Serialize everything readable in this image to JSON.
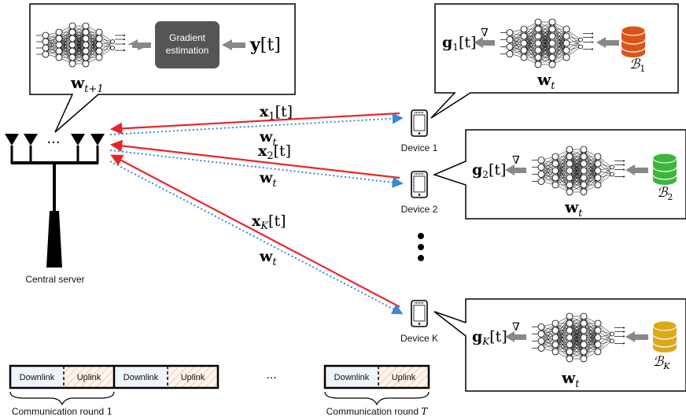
{
  "server": {
    "label": "Central server",
    "antenna_dots": "···",
    "gradient_box_line1": "Gradient",
    "gradient_box_line2": "estimation",
    "y_main": "y",
    "y_br": "[t]",
    "w_main": "w",
    "w_sub": "t+1"
  },
  "links": [
    {
      "x_main": "x",
      "x_sub": "1",
      "x_br": "[t]",
      "w_main": "w",
      "w_sub": "t"
    },
    {
      "x_main": "x",
      "x_sub": "2",
      "x_br": "[t]",
      "w_main": "w",
      "w_sub": "t"
    },
    {
      "x_main": "x",
      "x_sub": "K",
      "x_br": "[t]",
      "w_main": "w",
      "w_sub": "t"
    }
  ],
  "devices": [
    {
      "label": "Device 1",
      "g_main": "g",
      "g_sub": "1",
      "g_br": "[t]",
      "nabla": "∇",
      "b_main": "ℬ",
      "b_sub": "1",
      "w_main": "w",
      "w_sub": "t",
      "db_color": "#d9541a"
    },
    {
      "label": "Device 2",
      "g_main": "g",
      "g_sub": "2",
      "g_br": "[t]",
      "nabla": "∇",
      "b_main": "ℬ",
      "b_sub": "2",
      "w_main": "w",
      "w_sub": "t",
      "db_color": "#3db63d"
    },
    {
      "label": "Device K",
      "g_main": "g",
      "g_sub": "K",
      "g_br": "[t]",
      "nabla": "∇",
      "b_main": "ℬ",
      "b_sub": "K",
      "w_main": "w",
      "w_sub": "t",
      "db_color": "#dca81a"
    }
  ],
  "timeline": {
    "segments": [
      "Downlink",
      "Uplink",
      "Downlink",
      "Uplink"
    ],
    "segments_last": [
      "Downlink",
      "Uplink"
    ],
    "ellipsis": "···",
    "round1_text": "Communication round ",
    "round1_num": "1",
    "roundT_text": "Communication round ",
    "roundT_num": "T"
  },
  "colors": {
    "uplink": "#e8262a",
    "downlink": "#3a86d8",
    "arrow_gray": "#888888",
    "box_dark": "#555555"
  }
}
